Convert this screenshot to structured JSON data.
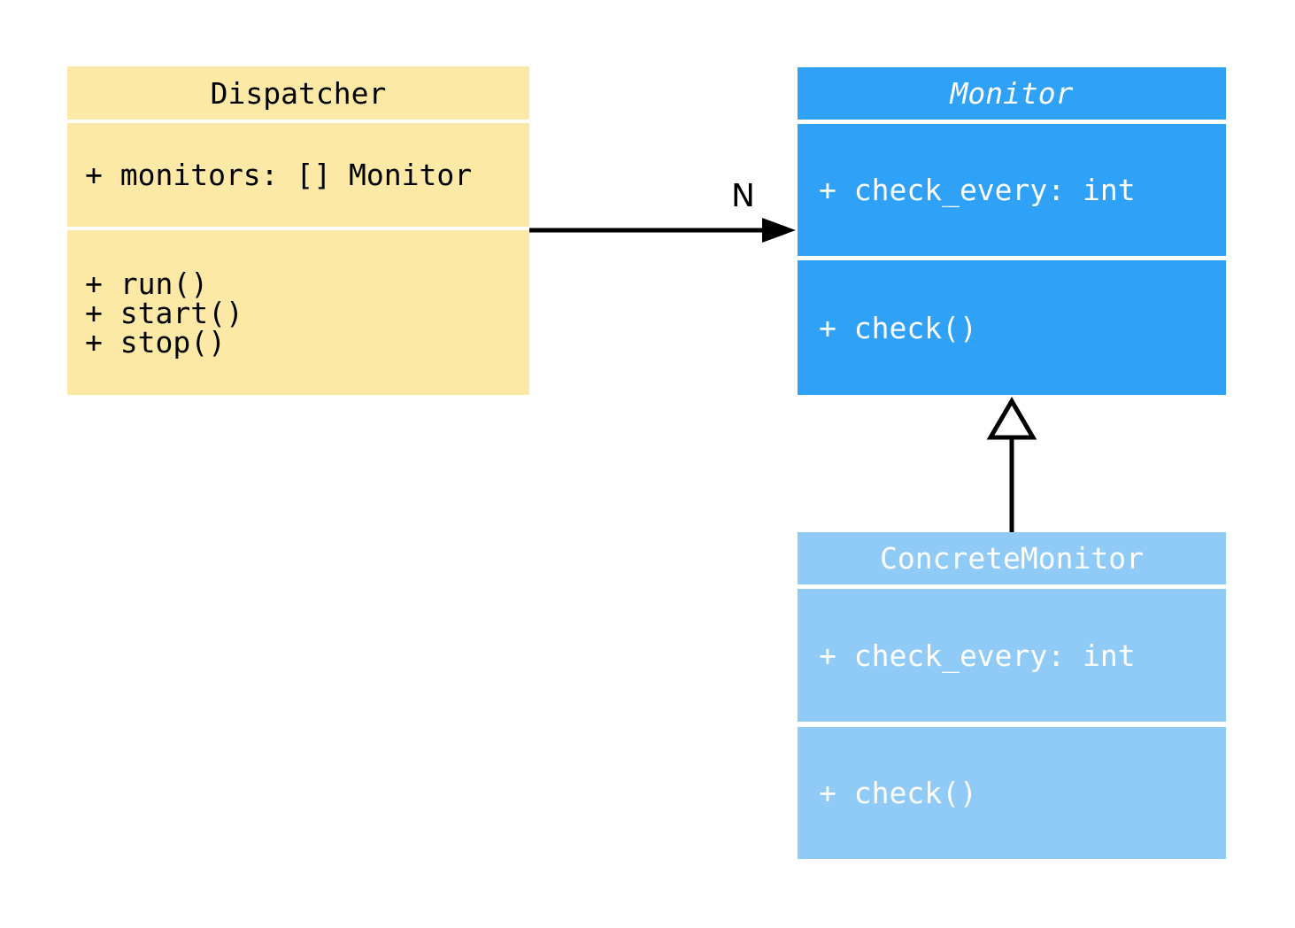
{
  "diagram": {
    "type": "uml-class-diagram",
    "background": "#FFFFFF",
    "classes": [
      {
        "name": "Dispatcher",
        "stereotype": "class",
        "attributes": [
          "+ monitors: [] Monitor"
        ],
        "methods": [
          "+ run()",
          "+ start()",
          "+ stop()"
        ],
        "fill": "#FBE9A5",
        "text_color": "#000000"
      },
      {
        "name": "Monitor",
        "stereotype": "abstract-class",
        "attributes": [
          "+ check_every: int"
        ],
        "methods": [
          "+ check()"
        ],
        "fill": "#2FA2F7",
        "text_color": "#FFFFFF"
      },
      {
        "name": "ConcreteMonitor",
        "stereotype": "class",
        "attributes": [
          "+ check_every: int"
        ],
        "methods": [
          "+ check()"
        ],
        "fill": "#90CBF7",
        "text_color": "#FFFFFF"
      }
    ],
    "relationships": [
      {
        "type": "association",
        "from": "Dispatcher",
        "to": "Monitor",
        "label": "N",
        "arrow_style": "filled-arrowhead",
        "color": "#000000"
      },
      {
        "type": "generalization",
        "from": "ConcreteMonitor",
        "to": "Monitor",
        "label": "",
        "arrow_style": "hollow-triangle",
        "color": "#000000"
      }
    ]
  }
}
